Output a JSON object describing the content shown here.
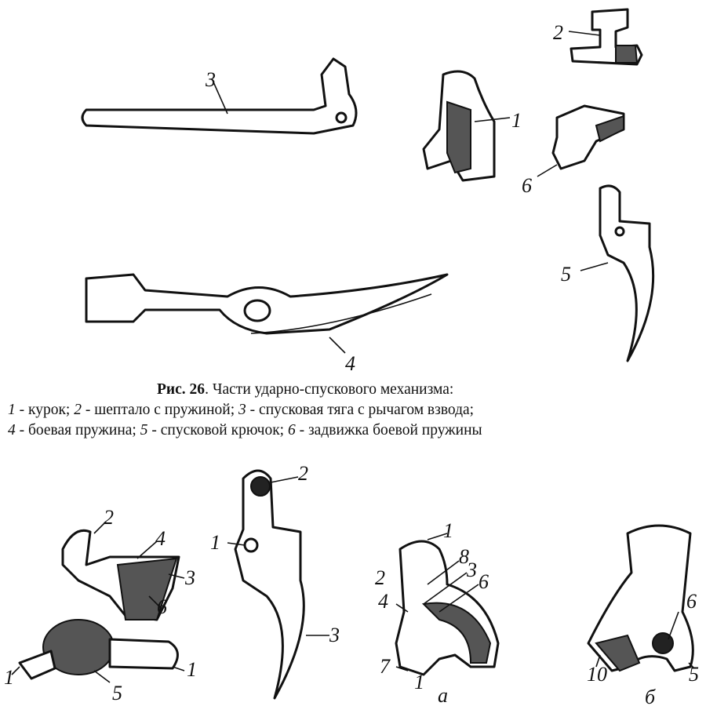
{
  "figure": {
    "title_bold": "Рис. 26",
    "title_rest": ". Части ударно-спускового механизма:",
    "legend": [
      {
        "num": "1",
        "text": " - курок; "
      },
      {
        "num": "2",
        "text": " - шептало с пружиной; "
      },
      {
        "num": "3",
        "text": " - спусковая тяга с рычагом взвода;"
      },
      {
        "num": "4",
        "text": " - боевая пружина; "
      },
      {
        "num": "5",
        "text": " - спусковой крючок; "
      },
      {
        "num": "6",
        "text": " - задвижка боевой пружины"
      }
    ]
  },
  "top_labels": {
    "hammer": "1",
    "sear": "2",
    "trigger_bar": "3",
    "mainspring": "4",
    "trigger": "5",
    "latch": "6"
  },
  "bottom_labels": {
    "sear_assembly": [
      "2",
      "4",
      "3",
      "6",
      "1",
      "5",
      "1"
    ],
    "trigger_detail": [
      "2",
      "1",
      "3"
    ],
    "hammer_a": [
      "1",
      "8",
      "2",
      "3",
      "6",
      "4",
      "7",
      "1"
    ],
    "hammer_b": [
      "6",
      "10",
      "5"
    ],
    "view_a": "а",
    "view_b": "б"
  }
}
